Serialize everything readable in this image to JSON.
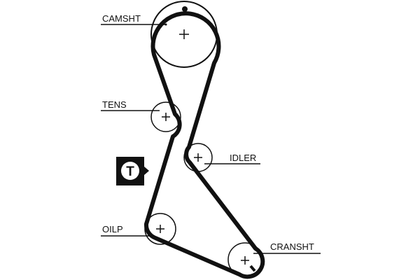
{
  "diagram": {
    "title": "Timing belt routing",
    "colors": {
      "belt": "#111111",
      "pulley": "#111111",
      "background": "#ffffff"
    },
    "pulleys": [
      {
        "id": "camsht",
        "label": "CAMSHT"
      },
      {
        "id": "tens",
        "label": "TENS"
      },
      {
        "id": "idler",
        "label": "IDLER"
      },
      {
        "id": "oilp",
        "label": "OILP"
      },
      {
        "id": "cranksht",
        "label": "CRANSHT"
      }
    ],
    "badge": {
      "letter": "T",
      "icon": "tensioner-marker-icon"
    }
  }
}
